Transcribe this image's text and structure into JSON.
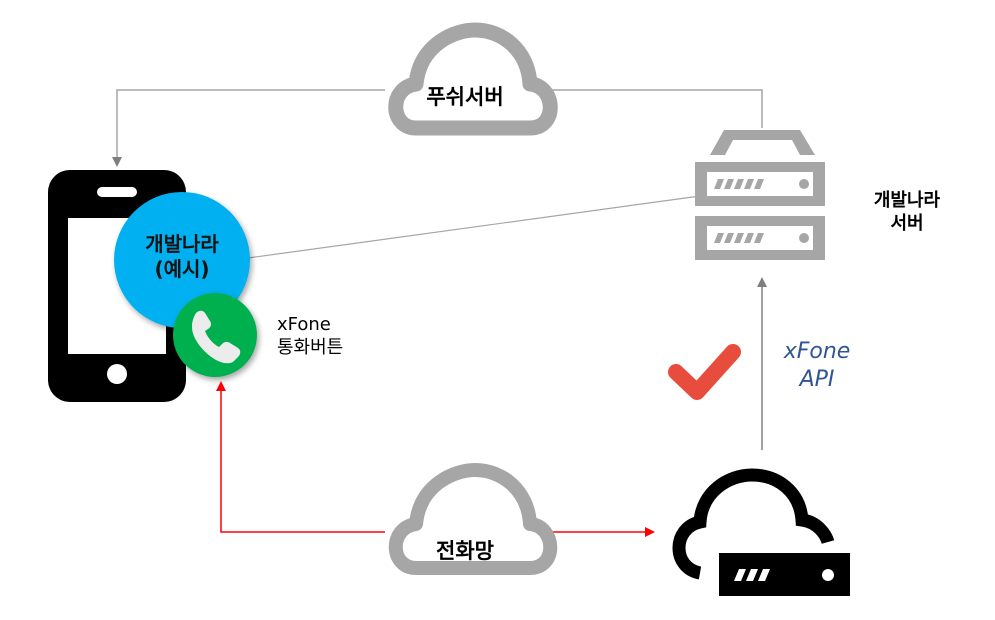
{
  "nodes": {
    "push_server": {
      "label": "푸쉬서버"
    },
    "app_bubble": {
      "line1": "개발나라",
      "line2": "(예시)"
    },
    "call_button": {
      "line1": "xFone",
      "line2": "통화버튼"
    },
    "dev_server": {
      "line1": "개발나라",
      "line2": "서버"
    },
    "api": {
      "line1": "xFone",
      "line2": "API"
    },
    "phone_network": {
      "label": "전화망"
    }
  },
  "edges": [
    {
      "from": "dev_server",
      "to": "push_server",
      "color": "#a6a6a6"
    },
    {
      "from": "push_server",
      "to": "phone",
      "color": "#808080",
      "arrow": true
    },
    {
      "from": "app_bubble",
      "to": "dev_server",
      "color": "#a6a6a6"
    },
    {
      "from": "cloud_server",
      "to": "dev_server",
      "color": "#808080",
      "arrow": true
    },
    {
      "from": "phone_network",
      "to": "call_button",
      "color": "#ff0000",
      "arrow": true
    },
    {
      "from": "phone_network",
      "to": "cloud_server",
      "color": "#ff0000",
      "arrow": true
    }
  ],
  "colors": {
    "cloud_gray": "#a6a6a6",
    "bubble_blue": "#00b0f0",
    "call_green": "#00b050",
    "check_red": "#e74c3c",
    "api_blue": "#2f5597",
    "signal_red": "#ff0000"
  }
}
